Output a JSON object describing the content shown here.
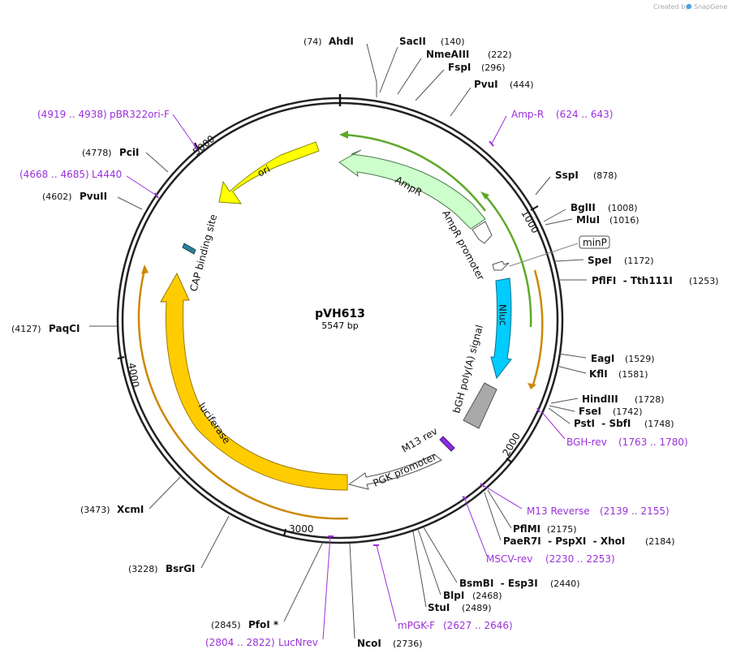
{
  "credit": {
    "created_by": "Created by",
    "app": "SnapGene"
  },
  "plasmid": {
    "name": "pVH613",
    "size_label": "5547 bp",
    "length": 5547
  },
  "ruler_ticks": [
    {
      "bp": 1000,
      "label": "1000"
    },
    {
      "bp": 2000,
      "label": "2000"
    },
    {
      "bp": 3000,
      "label": "3000"
    },
    {
      "bp": 4000,
      "label": "4000"
    },
    {
      "bp": 5000,
      "label": "5000"
    }
  ],
  "enzymes": [
    {
      "pos": "(74)",
      "name": "AhdI"
    },
    {
      "pos": "(140)",
      "name": "SacII"
    },
    {
      "pos": "(222)",
      "name": "NmeAIII"
    },
    {
      "pos": "(296)",
      "name": "FspI"
    },
    {
      "pos": "(444)",
      "name": "PvuI"
    },
    {
      "pos": "(878)",
      "name": "SspI"
    },
    {
      "pos": "(1008)",
      "name": "BglII"
    },
    {
      "pos": "(1016)",
      "name": "MluI"
    },
    {
      "pos": "(1172)",
      "name": "SpeI"
    },
    {
      "pos": "(1253)",
      "name": "PflFI  - Tth111I"
    },
    {
      "pos": "(1529)",
      "name": "EagI"
    },
    {
      "pos": "(1581)",
      "name": "KflI"
    },
    {
      "pos": "(1728)",
      "name": "HindIII"
    },
    {
      "pos": "(1742)",
      "name": "FseI"
    },
    {
      "pos": "(1748)",
      "name": "PstI  - SbfI"
    },
    {
      "pos": "(2175)",
      "name": "PflMI"
    },
    {
      "pos": "(2184)",
      "name": "PaeR7I  - PspXI  - XhoI"
    },
    {
      "pos": "(2440)",
      "name": "BsmBI  - Esp3I"
    },
    {
      "pos": "(2468)",
      "name": "BlpI"
    },
    {
      "pos": "(2489)",
      "name": "StuI"
    },
    {
      "pos": "(2736)",
      "name": "NcoI"
    },
    {
      "pos": "(2845)",
      "name": "PfoI *"
    },
    {
      "pos": "(3228)",
      "name": "BsrGI"
    },
    {
      "pos": "(3473)",
      "name": "XcmI"
    },
    {
      "pos": "(4127)",
      "name": "PaqCI"
    },
    {
      "pos": "(4602)",
      "name": "PvuII"
    },
    {
      "pos": "(4778)",
      "name": "PciI"
    }
  ],
  "primers": [
    {
      "name": "Amp-R",
      "range": "(624 .. 643)"
    },
    {
      "name": "BGH-rev",
      "range": "(1763 .. 1780)"
    },
    {
      "name": "M13 Reverse",
      "range": "(2139 .. 2155)"
    },
    {
      "name": "MSCV-rev",
      "range": "(2230 .. 2253)"
    },
    {
      "name": "mPGK-F",
      "range": "(2627 .. 2646)"
    },
    {
      "name": "LucNrev",
      "range": "(2804 .. 2822)"
    },
    {
      "name": "L4440",
      "range": "(4668 .. 4685)"
    },
    {
      "name": "pBR322ori-F",
      "range": "(4919 .. 4938)"
    }
  ],
  "features": {
    "ori": "ori",
    "ampr": "AmpR",
    "ampr_promoter": "AmpR promoter",
    "minp": "minP",
    "nluc": "Nluc",
    "bgh": "bGH poly(A) signal",
    "m13rev": "M13 rev",
    "pgk": "PGK promoter",
    "luciferase": "luciferase",
    "cap": "CAP binding site"
  },
  "colors": {
    "ori": "#ffff00",
    "ampr": "#ccffcc",
    "nluc": "#00ccff",
    "bgh": "#a9a9a9",
    "luciferase": "#ffcc00",
    "cap": "#2e7f97",
    "m13": "#8a2be2",
    "primer": "#9b30d9",
    "green_track": "#5fa82a",
    "orange_track": "#cc8800"
  }
}
